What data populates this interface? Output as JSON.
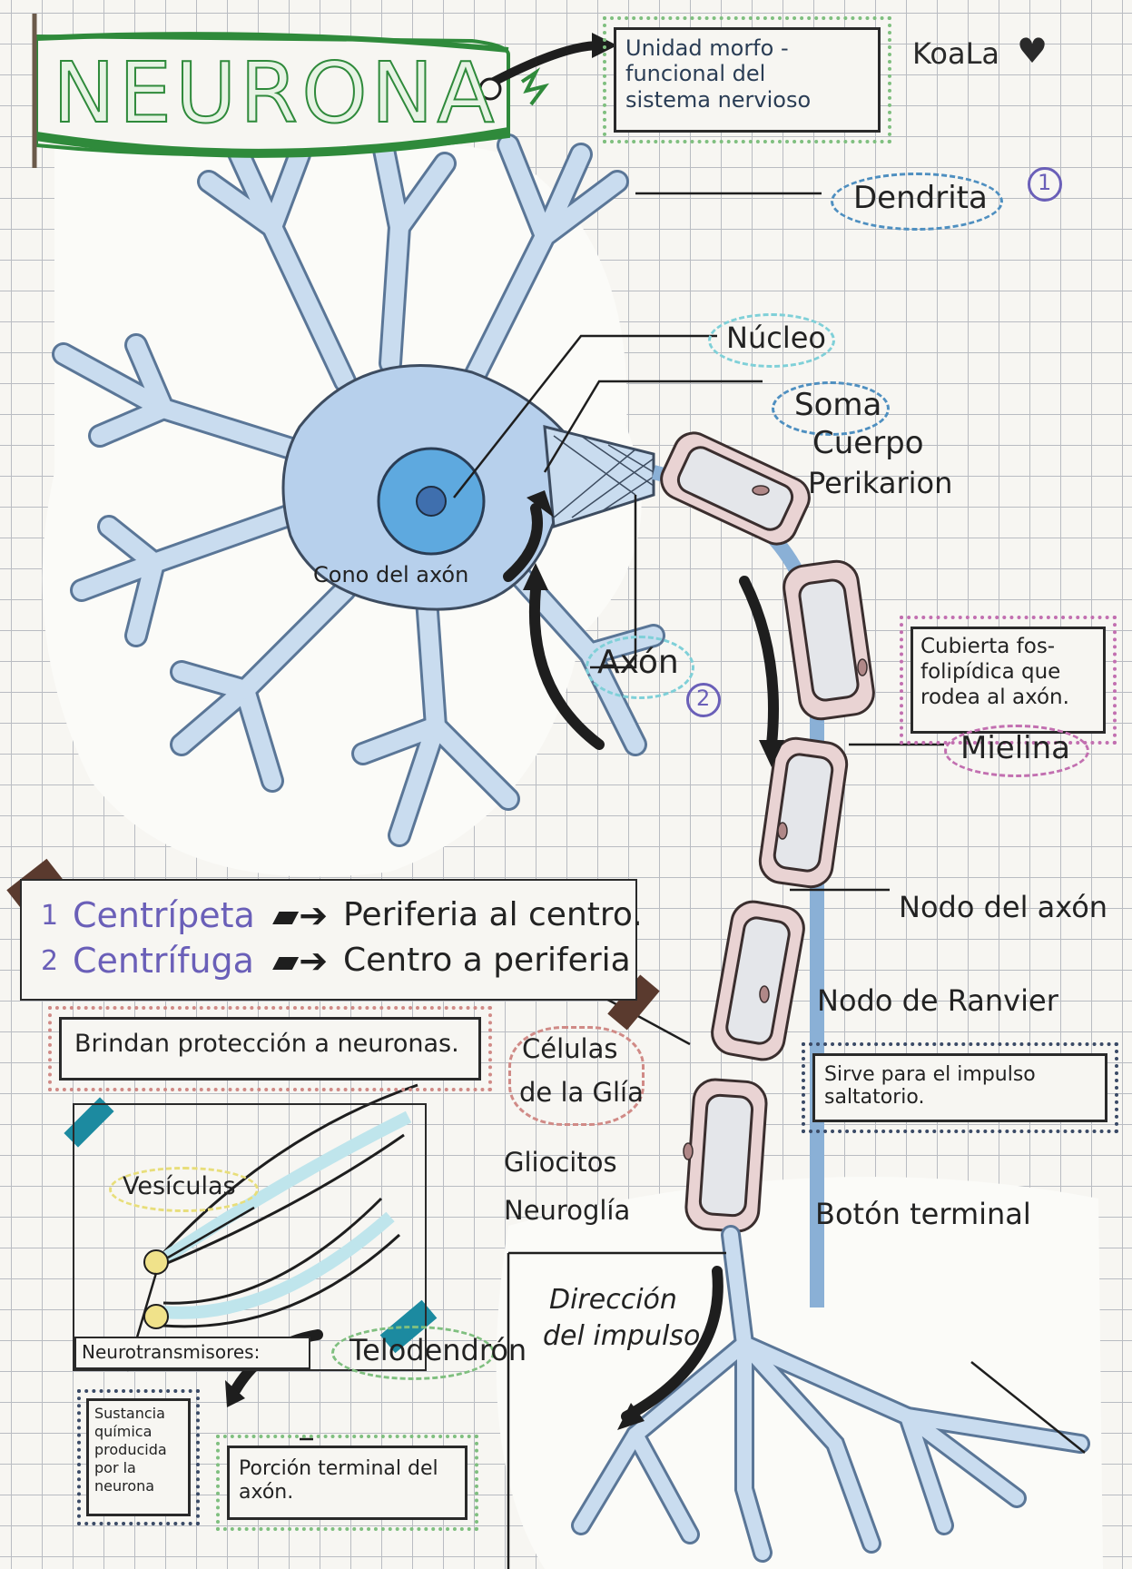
{
  "title": "NEURONA",
  "definition": [
    "Unidad morfo -",
    "funcional del",
    "sistema nervioso"
  ],
  "author": "KoaLa",
  "labels": {
    "dendrita": "Dendrita",
    "dendrita_num": "1",
    "nucleo": "Núcleo",
    "soma": "Soma",
    "cuerpo": "Cuerpo",
    "perikarion": "Perikarion",
    "cono": "Cono del axón",
    "axon": "Axón",
    "axon_num": "2",
    "mielina": "Mielina",
    "nodo_axon": "Nodo del axón",
    "nodo_ranvier": "Nodo de Ranvier",
    "celulas_glia": [
      "Células",
      "de la Glía"
    ],
    "gliocitos": "Gliocitos",
    "neuroglia": "Neuroglía",
    "boton": "Botón terminal",
    "telodendron": "Telodendrón",
    "direccion": [
      "Dirección",
      "del impulso"
    ],
    "vesiculas": "Vesículas",
    "neurotransmisores": "Neurotransmisores:"
  },
  "notes": {
    "mielina_def": [
      "Cubierta fos-",
      "folipídica que",
      "rodea al axón."
    ],
    "ranvier_def": [
      "Sirve para el impulso",
      "saltatorio."
    ],
    "glia_def": "Brindan protección a neuronas.",
    "telodendron_def": [
      "Porción terminal del",
      "axón."
    ],
    "neurotrans_def": [
      "Sustancia",
      "química",
      "producida",
      "por la",
      "neurona"
    ]
  },
  "legend": {
    "c1_num": "1",
    "c1_term": "Centrípeta",
    "c1_desc": "Periferia al centro.",
    "c2_num": "2",
    "c2_term": "Centrífuga",
    "c2_desc": "Centro a periferia"
  },
  "colors": {
    "dendrite": "#c9dcef",
    "dendrite_outline": "#5a7697",
    "soma": "#b7d0ec",
    "nucleus": "#5ea9df",
    "nucleolus": "#3f6fae",
    "myelin": "#e9d3d3",
    "myelin_inner": "#e4e6ea",
    "title_green": "#2f8a3b",
    "legend_purple": "#6a5fb8",
    "tape_brown": "#5a3a2e",
    "tape_teal": "#1c8aa0"
  }
}
